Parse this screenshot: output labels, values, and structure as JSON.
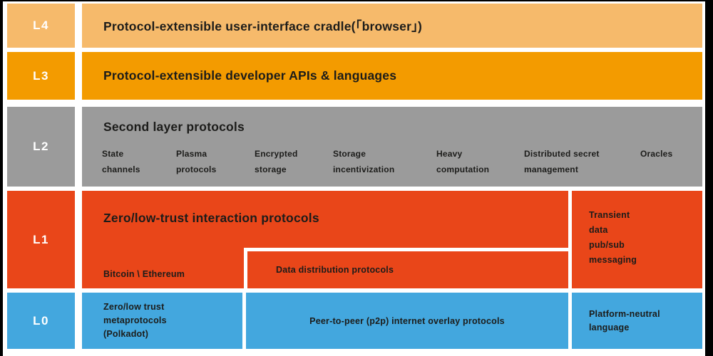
{
  "colors": {
    "l4": "#F6BA6B",
    "l3": "#F39B00",
    "l2": "#9B9B9B",
    "l1": "#E94619",
    "l0": "#43A7DE",
    "text": "#1c1c1a",
    "frame": "#000000",
    "background": "#ffffff"
  },
  "layers": [
    {
      "label": "L4",
      "title": "Protocol-extensible user-interface cradle(「browser」)"
    },
    {
      "label": "L3",
      "title": "Protocol-extensible developer APIs & languages"
    },
    {
      "label": "L2",
      "title": "Second layer protocols",
      "items": [
        "State\nchannels",
        "Plasma\nprotocols",
        "Encrypted\nstorage",
        "Storage\nincentivization",
        "Heavy\ncomputation",
        "Distributed secret\nmanagement",
        "Oracles"
      ]
    },
    {
      "label": "L1",
      "title": "Zero/low-trust interaction protocols",
      "sublabel": "Bitcoin \\ Ethereum",
      "inner_box": "Data distribution protocols",
      "side_box": "Transient\ndata\npub/sub\nmessaging"
    },
    {
      "label": "L0",
      "boxes": [
        "Zero/low trust\nmetaprotocols\n(Polkadot)",
        "Peer-to-peer (p2p) internet overlay protocols",
        "Platform-neutral\nlanguage"
      ]
    }
  ]
}
